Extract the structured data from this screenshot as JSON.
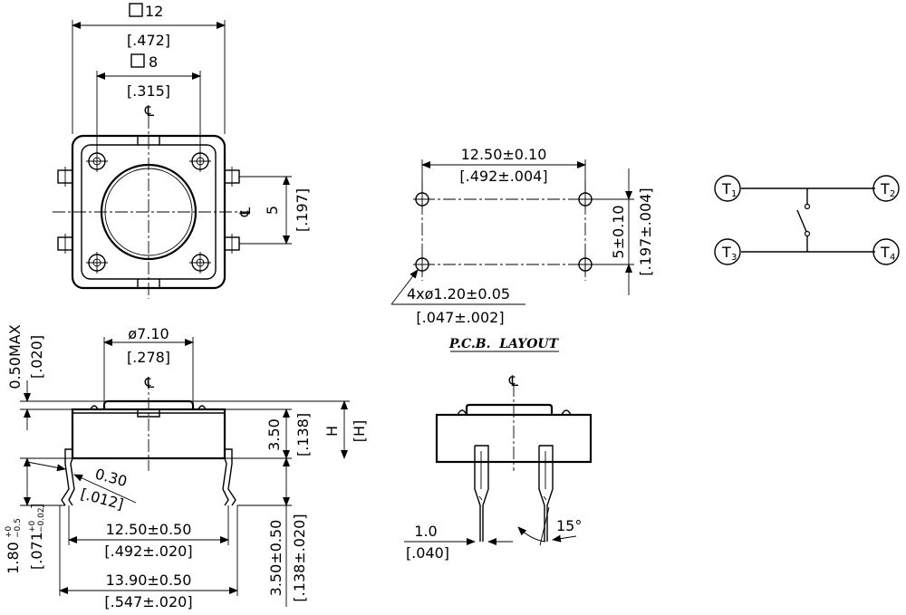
{
  "top_view": {
    "width_outer": "12",
    "width_outer_in": "[.472]",
    "width_inner": "8",
    "width_inner_in": "[.315]",
    "pitch": "5",
    "pitch_in": "[.197]",
    "cl": "℄"
  },
  "pcb": {
    "spacing": "12.50±0.10",
    "spacing_in": "[.492±.004]",
    "pitch": "5±0.10",
    "pitch_in": "[.197±.004]",
    "hole": "4xø1.20±0.05",
    "hole_in": "[.047±.002]",
    "caption": "P.C.B.  LAYOUT"
  },
  "schematic": {
    "terminals": [
      "T1",
      "T2",
      "T3",
      "T4"
    ]
  },
  "side_view": {
    "cap_dia": "ø7.10",
    "cap_dia_in": "[.278]",
    "cl": "℄",
    "max_label": "0.50MAX",
    "max_in": "[.020]",
    "body_h": "3.50",
    "body_h_in": "[.138]",
    "h": "H",
    "h_in": "[H]",
    "lead_t": "0.30",
    "lead_t_in": "[.012]",
    "standoff": "1.80",
    "standoff_tol_up": "+0",
    "standoff_tol_dn": "−0.5",
    "standoff_in": "[.071",
    "standoff_in_tol_up": "+0",
    "standoff_in_tol_dn": "−0.02",
    "standoff_in_close": "]",
    "pitch_a": "12.50±0.50",
    "pitch_a_in": "[.492±.020]",
    "pitch_b": "13.90±0.50",
    "pitch_b_in": "[.547±.020]",
    "lead_len": "3.50±0.50",
    "lead_len_in": "[.138±.020]"
  },
  "end_view": {
    "cl": "℄",
    "lead_w": "1.0",
    "lead_w_in": "[.040]",
    "angle": "15°"
  }
}
